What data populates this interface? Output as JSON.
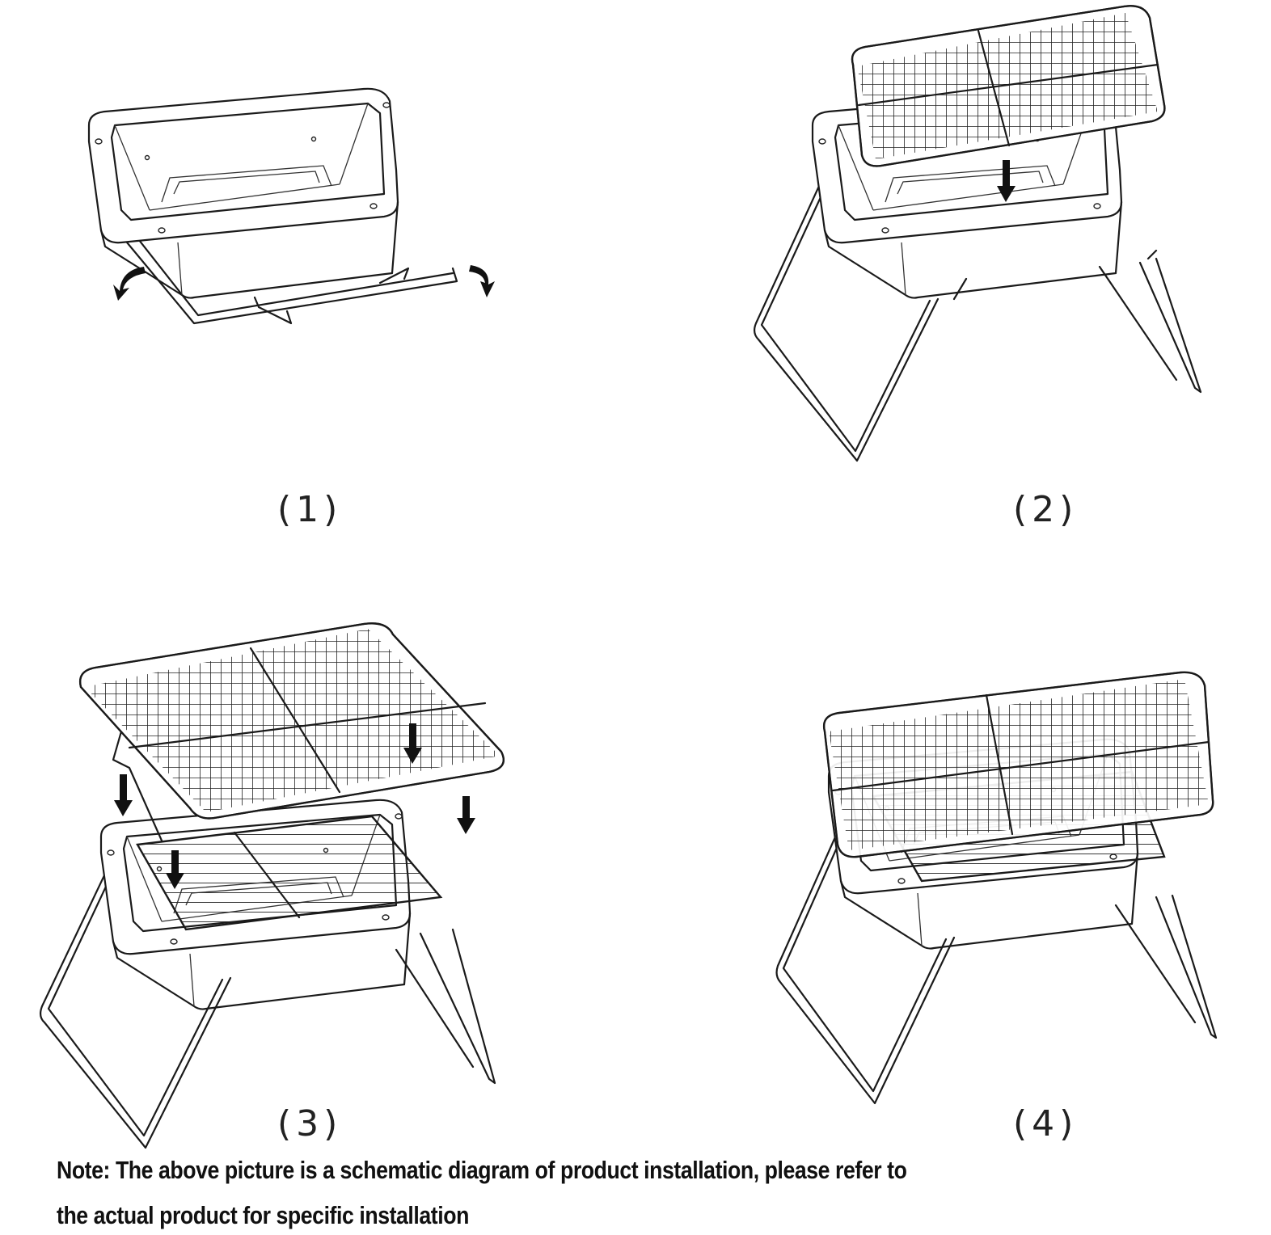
{
  "steps": [
    {
      "label": "(1)"
    },
    {
      "label": "(2)"
    },
    {
      "label": "(3)"
    },
    {
      "label": "(4)"
    }
  ],
  "note": {
    "line1": "Note: The above picture is a schematic diagram of product installation, please refer to",
    "line2": "the actual product for specific installation"
  },
  "colors": {
    "line": "#1a1a1a",
    "background": "#ffffff"
  },
  "icons": [
    "rotate-left-arrow-icon",
    "rotate-right-arrow-icon",
    "down-arrow-icon"
  ]
}
